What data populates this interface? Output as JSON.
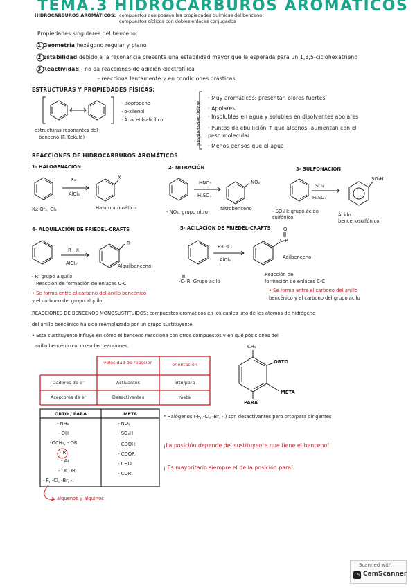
{
  "title": "TEMA.3 HIDROCARBUROS AROMÁTICOS",
  "intro": {
    "label": "HIDROCARBUROS AROMÁTICOS:",
    "line1": "compuestos que poseen las propiedades químicas del benceno",
    "line2": "compuestos cíclicos con dobles enlaces conjugados"
  },
  "propiedades": {
    "heading": "Propiedades singulares del benceno:",
    "items": [
      {
        "num": "1",
        "label": "Geometría",
        "text": "hexágono regular y plano"
      },
      {
        "num": "2",
        "label": "Estabilidad",
        "text": "debido a la resonancia presenta una estabilidad mayor que la esperada para un 1,3,5-ciclohexatrieno"
      },
      {
        "num": "3",
        "label": "Reactividad",
        "text": "- no da reacciones de adición electrofílica"
      },
      {
        "num": "",
        "label": "",
        "text": "- reacciona lentamente y en condiciones drásticas"
      }
    ]
  },
  "estructuras": {
    "heading": "ESTRUCTURAS Y PROPIEDADES FÍSICAS:",
    "resonance_caption": [
      "estructuras resonantes del",
      "benceno (F. Kekulé)"
    ],
    "names": [
      "· isopropeno",
      "· o-xilenol",
      "· Á. acetilsalicílico"
    ],
    "side_label": "propiedades físicas",
    "props": [
      "· Muy aromáticos: presentan olores fuertes",
      "· Apolares",
      "· Insolubles en agua y solubles en disolventes apolares",
      "· Puntos de ebullición ↑ que alcanos, aumentan con el",
      "  peso molecular",
      "· Menos densos que el agua"
    ]
  },
  "reacciones": {
    "heading": "REACCIONES DE HIDROCARBUROS AROMÁTICOS",
    "r1": {
      "title": "1- HALOGENACIÓN",
      "reagent_top": "X₂",
      "reagent_bottom": "AlCl₃",
      "sub": "X",
      "product": "Haluro aromático",
      "note": "X₂: Br₂, Cl₂"
    },
    "r2": {
      "title": "2- NITRACIÓN",
      "reagent_top": "HNO₃",
      "reagent_bottom": "H₂SO₄",
      "sub": "NO₂",
      "product": "Nitrobenceno",
      "note": "- NO₂: grupo nitro"
    },
    "r3": {
      "title": "3- SULFONACIÓN",
      "reagent_top": "SO₃",
      "reagent_bottom": "H₂SO₄",
      "sub": "SO₃H",
      "product": "Ácido bencenosulfónico",
      "note": "- SO₃H: grupo ácido sulfónico"
    },
    "r4": {
      "title": "4- ALQUILACIÓN DE FRIEDEL-CRAFTS",
      "reagent_top": "R - X",
      "reagent_bottom": "AlCl₃",
      "sub": "R",
      "product": "Alquilbenceno",
      "notes": [
        "- R: grupo alquilo",
        "Reacción de formación de enlaces C-C",
        "• Se forma entre el carbono del anillo bencénico",
        "  y el carbono del grupo alquilo"
      ]
    },
    "r5": {
      "title": "5- ACILACIÓN DE FRIEDEL-CRAFTS",
      "reagent_top": "R-C-Cl",
      "reagent_bottom": "AlCl₃",
      "acyl_o": "O",
      "acyl_r": "C-R",
      "product": "Acilbenceno",
      "group": "-C- R: Grupo acilo",
      "notes": [
        "Reacción de",
        "formación de enlaces C-C",
        "• Se forma entre el carbono del anillo",
        "  bencénico y el carbono del grupo acilo"
      ]
    }
  },
  "monosustituidos": {
    "line1": "REACCIONES DE BENCENOS MONOSUSTITUIDOS: compuestos aromáticos en los cuales uno de los átomos de hidrógeno",
    "line2": "del anillo bencénico ha sido reemplazado por un grupo sustituyente.",
    "line3": "• Este sustituyente influye en cómo el benceno reacciona con otros compuestos y en qué posiciones del",
    "line4": "anillo bencénico ocurren las reacciones."
  },
  "tabla1": {
    "headers": [
      "velocidad de reacción",
      "orientación"
    ],
    "rows": [
      {
        "label": "Dadores de e⁻",
        "velocidad": "Activantes",
        "orientacion": "orto/para"
      },
      {
        "label": "Aceptores de e⁻",
        "velocidad": "Desactivantes",
        "orientacion": "meta"
      }
    ]
  },
  "posiciones": {
    "top": "CH₃",
    "orto": "ORTO",
    "meta": "META",
    "para": "PARA"
  },
  "tabla2": {
    "headers": [
      "ORTO / PARA",
      "META"
    ],
    "orto_para": [
      "- NH₂",
      "- OH",
      "-OCH₃, - OR",
      "- R",
      "- Ar",
      "- OCOR",
      "- F, -Cl, -Br, -I"
    ],
    "meta": [
      "- NO₂",
      "- SO₃H",
      "- COOH",
      "- COOR",
      "- CHO",
      "- COR"
    ],
    "footnote": "alquenos y alquinos"
  },
  "notas": {
    "halogenos": "* Halógenos (-F, -Cl, -Br, -I) son desactivantes pero orto/para dirigentes",
    "importante": "¡La posición depende del sustituyente que tiene el benceno!",
    "mayoritario": "¡ Es mayoritario siempre el de la posición para!"
  },
  "watermark": {
    "line1": "Scanned with",
    "line2": "CamScanner"
  },
  "colors": {
    "title": "#1aa68a",
    "accent_red": "#c0202a",
    "ink": "#1f1f1f"
  }
}
